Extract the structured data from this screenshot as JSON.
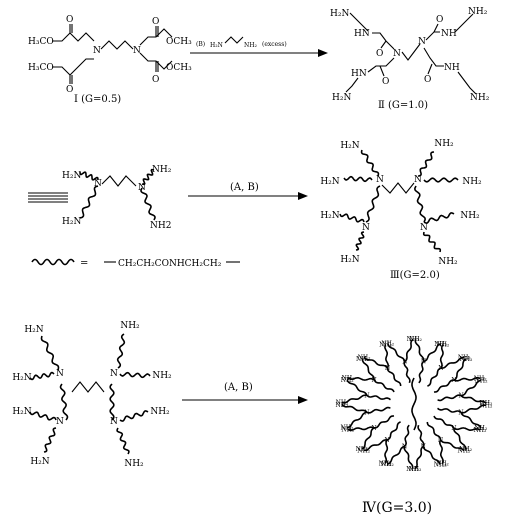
{
  "reaction_1": {
    "reagent_note": "(B)",
    "reagent_label": "(excess)",
    "compound_I_label": "Ⅰ (G=0.5)",
    "compound_II_label": "Ⅱ (G=1.0)"
  },
  "reaction_2": {
    "condition_label": "(A, B)",
    "compound_III_label": "Ⅲ(G=2.0)",
    "legend_equals": "=",
    "legend_formula": "CH₂CH₂CONHCH₂CH₂"
  },
  "reaction_3": {
    "condition_label": "(A, B)",
    "compound_IV_label": "Ⅳ(G=3.0)"
  },
  "atom_labels": {
    "n": "N",
    "nh2": "NH₂",
    "h2n": "H₂N",
    "nh2_plain": "NH2",
    "nh": "NH",
    "hn": "HN",
    "o": "O",
    "h3co": "H₃CO",
    "och3": "OCH₃"
  }
}
